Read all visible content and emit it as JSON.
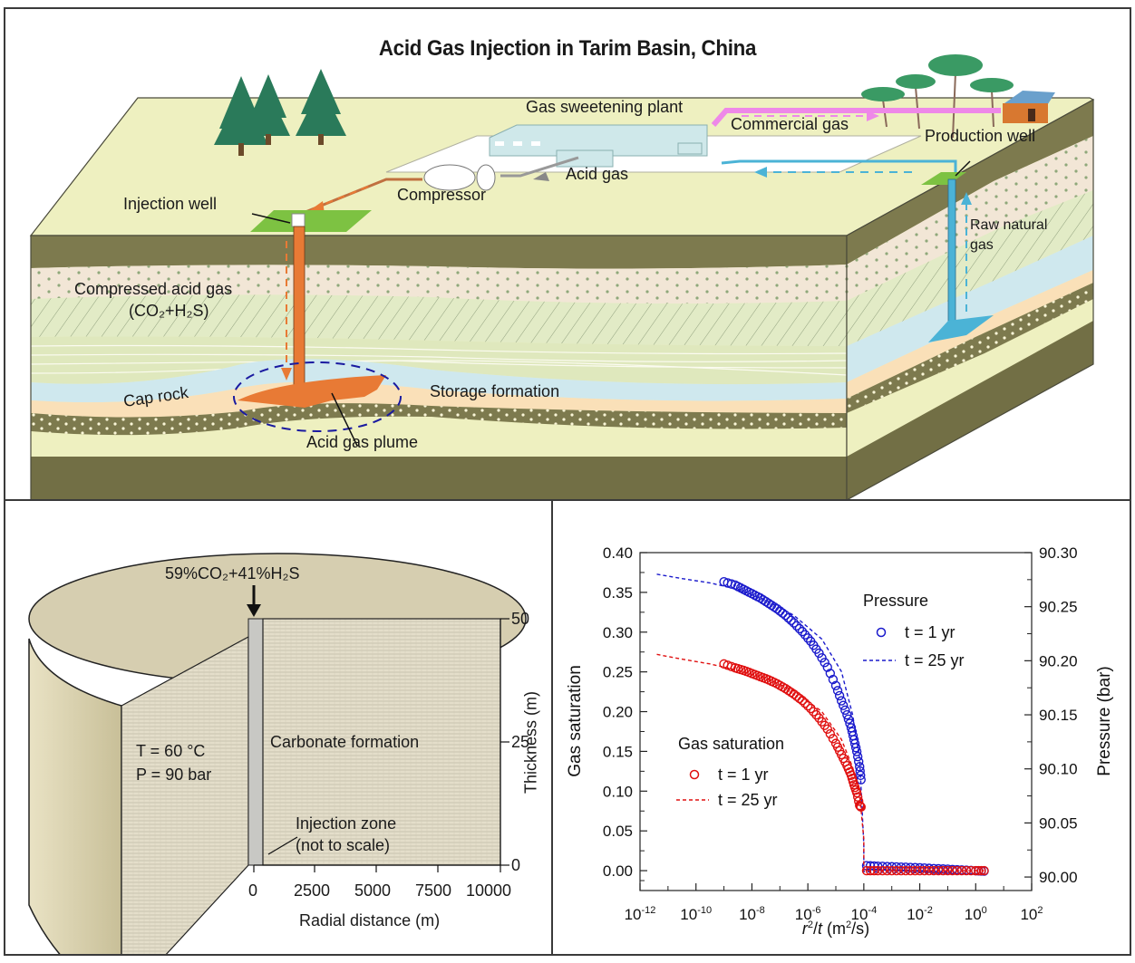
{
  "top_diagram": {
    "title": "Acid Gas Injection in Tarim Basin, China",
    "labels": {
      "gas_sweetening_plant": "Gas sweetening plant",
      "commercial_gas": "Commercial gas",
      "production_well": "Production well",
      "acid_gas": "Acid gas",
      "compressor": "Compressor",
      "injection_well": "Injection well",
      "raw_natural_gas_line1": "Raw natural",
      "raw_natural_gas_line2": "gas",
      "compressed_acid_gas": "Compressed acid gas",
      "compressed_acid_gas_formula": "(CO₂+H₂S)",
      "cap_rock": "Cap rock",
      "storage_formation": "Storage formation",
      "acid_gas_plume": "Acid gas plume"
    },
    "colors": {
      "surface": "#eef0c0",
      "dark_layer": "#7d7a4e",
      "dotted_sand": "#f2e6d6",
      "hatched_layer": "#e2ebc6",
      "cap_rock": "#cfe8ee",
      "storage": "#fae0b8",
      "injection_pipe": "#e87a35",
      "production_pipe": "#4bb3d6",
      "commercial_pipe": "#ee88e8",
      "plume_ellipse": "#1a1aa0",
      "pad": "#7dc242"
    }
  },
  "cylinder_model": {
    "injection_label": "59%CO₂+41%H₂S",
    "temperature": "T = 60 °C",
    "pressure": "P = 90 bar",
    "formation": "Carbonate formation",
    "injection_zone_line1": "Injection zone",
    "injection_zone_line2": "(not to scale)",
    "x_axis_label": "Radial distance (m)",
    "x_ticks": [
      "0",
      "2500",
      "5000",
      "7500",
      "10000"
    ],
    "y_axis_label": "Thickness (m)",
    "y_ticks": [
      "0",
      "25",
      "50"
    ]
  },
  "chart_data": {
    "type": "scatter",
    "title": "",
    "xlabel": "r²/t (m²/s)",
    "xscale": "log",
    "xlim": [
      1e-12,
      100
    ],
    "x_tick_labels": [
      "10-12",
      "10-10",
      "10-8",
      "10-6",
      "10-4",
      "10-2",
      "100",
      "102"
    ],
    "x_tick_exponents": [
      -12,
      -10,
      -8,
      -6,
      -4,
      -2,
      0,
      2
    ],
    "ylabel_left": "Gas saturation",
    "ylim_left": [
      -0.025,
      0.4
    ],
    "y_ticks_left": [
      "0.00",
      "0.05",
      "0.10",
      "0.15",
      "0.20",
      "0.25",
      "0.30",
      "0.35",
      "0.40"
    ],
    "ylabel_right": "Pressure (bar)",
    "ylim_right": [
      89.9875,
      90.3
    ],
    "y_ticks_right": [
      "90.00",
      "90.05",
      "90.10",
      "90.15",
      "90.20",
      "90.25",
      "90.30"
    ],
    "legend": [
      {
        "group": "Pressure",
        "entries": [
          "t = 1 yr",
          "t = 25 yr"
        ],
        "placement": "top-right",
        "color": "#1a1acc"
      },
      {
        "group": "Gas saturation",
        "entries": [
          "t = 1 yr",
          "t = 25 yr"
        ],
        "placement": "center-left",
        "color": "#e01010"
      }
    ],
    "series": [
      {
        "name": "Pressure t = 1 yr",
        "axis": "right",
        "style": "circles",
        "color": "#1a1acc",
        "x_log10": [
          -9.0,
          -8.6,
          -8.3,
          -8.0,
          -7.7,
          -7.4,
          -7.1,
          -6.8,
          -6.5,
          -6.2,
          -5.9,
          -5.6,
          -5.3,
          -5.0,
          -4.8,
          -4.6,
          -4.45,
          -4.35,
          -4.25,
          -4.15,
          -4.1
        ],
        "y": [
          90.273,
          90.27,
          90.266,
          90.262,
          90.258,
          90.253,
          90.248,
          90.242,
          90.235,
          90.227,
          90.218,
          90.207,
          90.194,
          90.177,
          90.163,
          90.15,
          90.138,
          90.127,
          90.116,
          90.102,
          90.09
        ]
      },
      {
        "name": "Pressure t = 25 yr",
        "axis": "right",
        "style": "dashed",
        "color": "#1a1acc",
        "x_log10": [
          -11.4,
          -10.5,
          -9.5,
          -8.5,
          -7.5,
          -6.5,
          -5.5,
          -4.8,
          -4.4,
          -4.15,
          -4.0,
          -4.0,
          -3.0,
          -2.0,
          -1.0,
          0.0,
          0.3
        ],
        "y": [
          90.28,
          90.276,
          90.272,
          90.266,
          90.256,
          90.242,
          90.22,
          90.19,
          90.15,
          90.11,
          90.03,
          90.005,
          90.004,
          90.004,
          90.003,
          90.003,
          90.003
        ]
      },
      {
        "name": "Pressure t = 1 yr (far field)",
        "axis": "right",
        "style": "circles",
        "color": "#1a1acc",
        "x_log10": [
          -3.9,
          -3.5,
          -3.0,
          -2.5,
          -2.0,
          -1.5,
          -1.0,
          -0.5,
          0.0,
          0.3
        ],
        "y": [
          90.0105,
          90.01,
          90.0095,
          90.009,
          90.0085,
          90.0078,
          90.0072,
          90.0065,
          90.0058,
          90.0055
        ]
      },
      {
        "name": "Gas saturation t = 1 yr",
        "axis": "left",
        "style": "circles",
        "color": "#e01010",
        "x_log10": [
          -9.0,
          -8.6,
          -8.3,
          -8.0,
          -7.7,
          -7.4,
          -7.1,
          -6.8,
          -6.5,
          -6.2,
          -5.9,
          -5.6,
          -5.3,
          -5.0,
          -4.8,
          -4.6,
          -4.45,
          -4.35,
          -4.25,
          -4.15,
          -4.1
        ],
        "y": [
          0.26,
          0.255,
          0.252,
          0.248,
          0.244,
          0.24,
          0.235,
          0.229,
          0.222,
          0.214,
          0.204,
          0.192,
          0.178,
          0.16,
          0.146,
          0.132,
          0.12,
          0.108,
          0.098,
          0.082,
          0.08
        ]
      },
      {
        "name": "Gas saturation t = 25 yr",
        "axis": "left",
        "style": "dashed",
        "color": "#e01010",
        "x_log10": [
          -11.4,
          -10.5,
          -9.5,
          -8.5,
          -7.5,
          -6.5,
          -5.5,
          -4.8,
          -4.4,
          -4.15,
          -4.0,
          -4.0,
          0.3
        ],
        "y": [
          0.272,
          0.266,
          0.26,
          0.252,
          0.242,
          0.226,
          0.2,
          0.165,
          0.13,
          0.095,
          0.04,
          0.0,
          0.0
        ]
      },
      {
        "name": "Gas saturation t = 1 yr (far field)",
        "axis": "left",
        "style": "circles",
        "color": "#e01010",
        "x_log10": [
          -3.9,
          -3.5,
          -3.0,
          -2.5,
          -2.0,
          -1.5,
          -1.0,
          -0.5,
          0.0,
          0.3
        ],
        "y": [
          0,
          0,
          0,
          0,
          0,
          0,
          0,
          0,
          0,
          0
        ]
      }
    ]
  }
}
